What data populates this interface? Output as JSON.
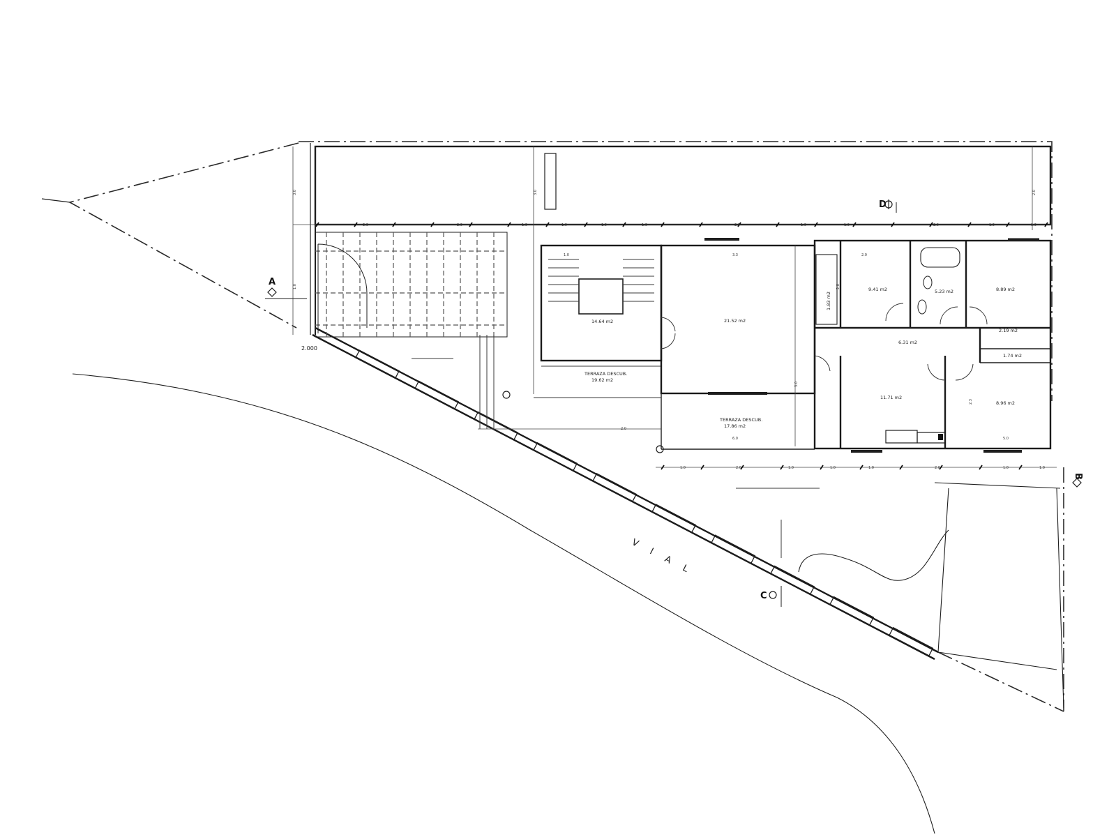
{
  "plan": {
    "rooms": [
      {
        "id": "stair",
        "area": "14.64 m2"
      },
      {
        "id": "living",
        "area": "21.52 m2"
      },
      {
        "id": "bed1",
        "area": "9.41 m2"
      },
      {
        "id": "bath",
        "area": "5.23 m2"
      },
      {
        "id": "bed2",
        "area": "8.89 m2"
      },
      {
        "id": "hall",
        "area": "6.31 m2"
      },
      {
        "id": "store1",
        "area": "2.19 m2"
      },
      {
        "id": "store2",
        "area": "1.74 m2"
      },
      {
        "id": "kitchen",
        "area": "11.71 m2"
      },
      {
        "id": "bed3",
        "area": "8.96 m2"
      },
      {
        "id": "closet",
        "area": "1.83 m2"
      }
    ],
    "terraces": [
      {
        "id": "terrace-west",
        "name": "TERRAZA DESCUB.",
        "area": "19.62 m2"
      },
      {
        "id": "terrace-south",
        "name": "TERRAZA DESCUB.",
        "area": "17.86 m2"
      }
    ],
    "sections": [
      "A",
      "B",
      "C",
      "D"
    ],
    "street_label": "VIAL",
    "level_mark": "2.000",
    "dimensions": {
      "top_row": [
        "3.0",
        "2.0",
        "1.0",
        "1.0",
        "1.0",
        "1.0",
        "2.0",
        "1.0",
        "1.0",
        "2.0",
        "1.0",
        "1.0"
      ],
      "bottom_row": [
        "1.0",
        "2.0",
        "1.0",
        "1.0",
        "1.0",
        "2.0",
        "1.0",
        "1.0"
      ],
      "vertical": [
        "3.0",
        "1.0",
        "3.0",
        "2.0"
      ],
      "misc": [
        "3.3",
        "2.0",
        "2.8",
        "1.0",
        "2.0",
        "6.0",
        "3.0",
        "5.0",
        "2.3"
      ]
    }
  }
}
